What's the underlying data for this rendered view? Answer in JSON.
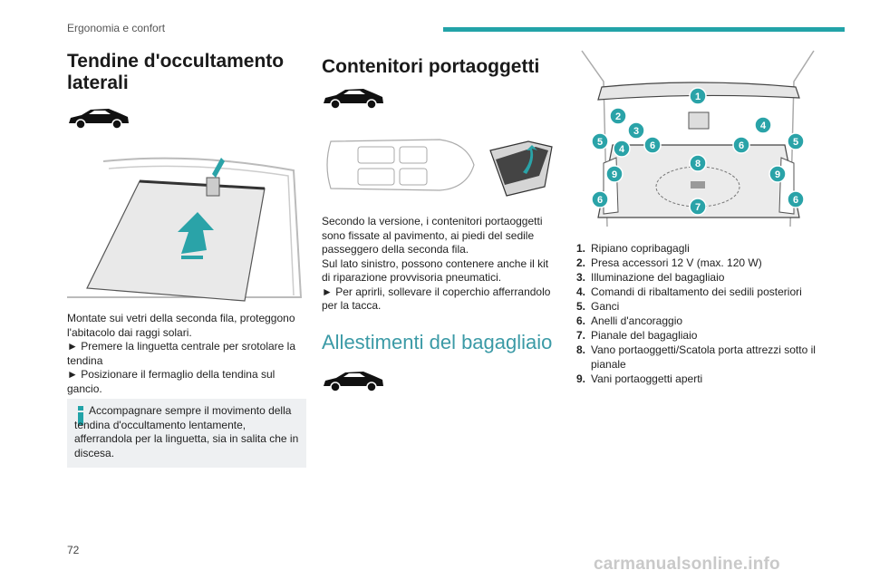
{
  "header": {
    "section": "Ergonomia e confort",
    "accent_color": "#22a3a8"
  },
  "page_number": "72",
  "watermark": "carmanualsonline.info",
  "left": {
    "title_line1": "Tendine d'occultamento",
    "title_line2": "laterali",
    "para1": "Montate sui vetri della seconda fila, proteggono l'abitacolo dai raggi solari.",
    "bullet1": "► Premere la linguetta centrale per srotolare la tendina",
    "bullet2": "► Posizionare il fermaglio della tendina sul gancio.",
    "note": "Accompagnare sempre il movimento della tendina d'occultamento lentamente, afferrandola per la linguetta, sia in salita che in discesa."
  },
  "middle": {
    "title": "Contenitori portaoggetti",
    "para1": "Secondo la versione, i contenitori portaoggetti sono fissate al pavimento, ai piedi del sedile passeggero della seconda fila.",
    "para2": "Sul lato sinistro, possono contenere anche il kit di riparazione provvisoria pneumatici.",
    "bullet1": "► Per aprirli, sollevare il coperchio afferrandolo per la tacca.",
    "title2": "Allestimenti del bagagliaio"
  },
  "right": {
    "callouts": [
      "1",
      "2",
      "3",
      "4",
      "4",
      "5",
      "5",
      "6",
      "6",
      "6",
      "6",
      "7",
      "8",
      "9",
      "9"
    ],
    "legend": [
      {
        "num": "1.",
        "text": "Ripiano copribagagli"
      },
      {
        "num": "2.",
        "text": "Presa accessori 12 V (max. 120 W)"
      },
      {
        "num": "3.",
        "text": "Illuminazione del bagagliaio"
      },
      {
        "num": "4.",
        "text": "Comandi di ribaltamento dei sedili posteriori"
      },
      {
        "num": "5.",
        "text": "Ganci"
      },
      {
        "num": "6.",
        "text": "Anelli d'ancoraggio"
      },
      {
        "num": "7.",
        "text": "Pianale del bagagliaio"
      },
      {
        "num": "8.",
        "text": "Vano portaoggetti/Scatola porta attrezzi sotto il pianale"
      },
      {
        "num": "9.",
        "text": "Vani portaoggetti aperti"
      }
    ]
  }
}
